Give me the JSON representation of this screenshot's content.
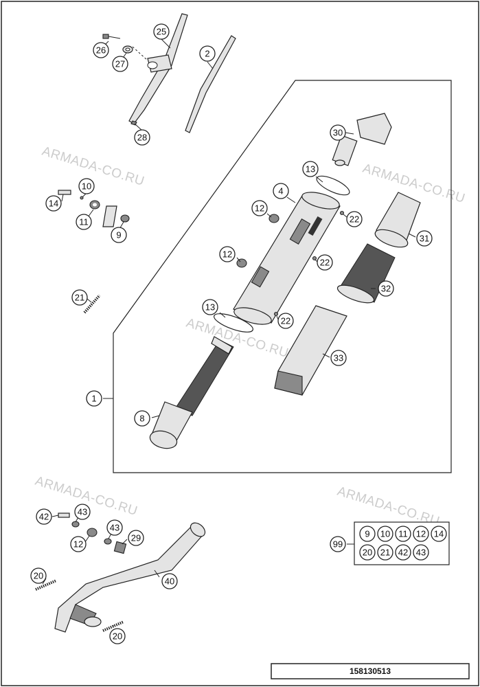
{
  "callouts": {
    "c25": "25",
    "c26": "26",
    "c27": "27",
    "c2": "2",
    "c28": "28",
    "c10": "10",
    "c14": "14",
    "c11": "11",
    "c9": "9",
    "c21": "21",
    "c30": "30",
    "c13a": "13",
    "c4": "4",
    "c12a": "12",
    "c22a": "22",
    "c31": "31",
    "c12b": "12",
    "c22b": "22",
    "c32": "32",
    "c13b": "13",
    "c22c": "22",
    "c33": "33",
    "c1": "1",
    "c8": "8",
    "c42": "42",
    "c43a": "43",
    "c12c": "12",
    "c43b": "43",
    "c29": "29",
    "c20a": "20",
    "c40": "40",
    "c20b": "20",
    "c99": "99"
  },
  "kit": {
    "items": [
      "9",
      "10",
      "11",
      "12",
      "14",
      "20",
      "21",
      "42",
      "43"
    ]
  },
  "watermark": "ARMADA-CO.RU",
  "footer": {
    "code": "158130513"
  }
}
